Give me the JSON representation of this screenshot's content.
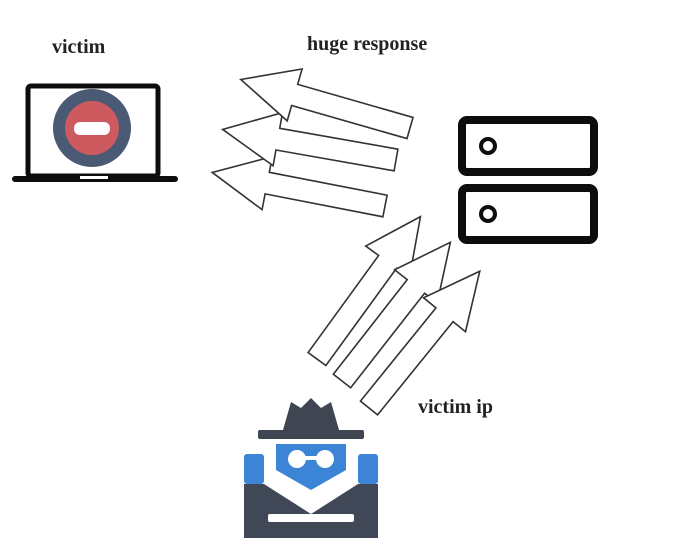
{
  "labels": {
    "victim": "victim",
    "huge_response": "huge response",
    "victim_ip": "victim ip"
  },
  "icons": {
    "victim": "laptop-blocked-icon",
    "server": "server-rack-icon",
    "attacker": "spy-hacker-icon"
  },
  "arrows": {
    "response_count": 3,
    "request_count": 3
  },
  "colors": {
    "laptop_outline": "#0d0d0d",
    "stop_circle": "#4a5a74",
    "stop_inner": "#cd5a5e",
    "server": "#0d0d0d",
    "hat": "#3f4652",
    "glasses_face": "#3b84d6",
    "coat": "#404857",
    "arrow_stroke": "#333333"
  }
}
